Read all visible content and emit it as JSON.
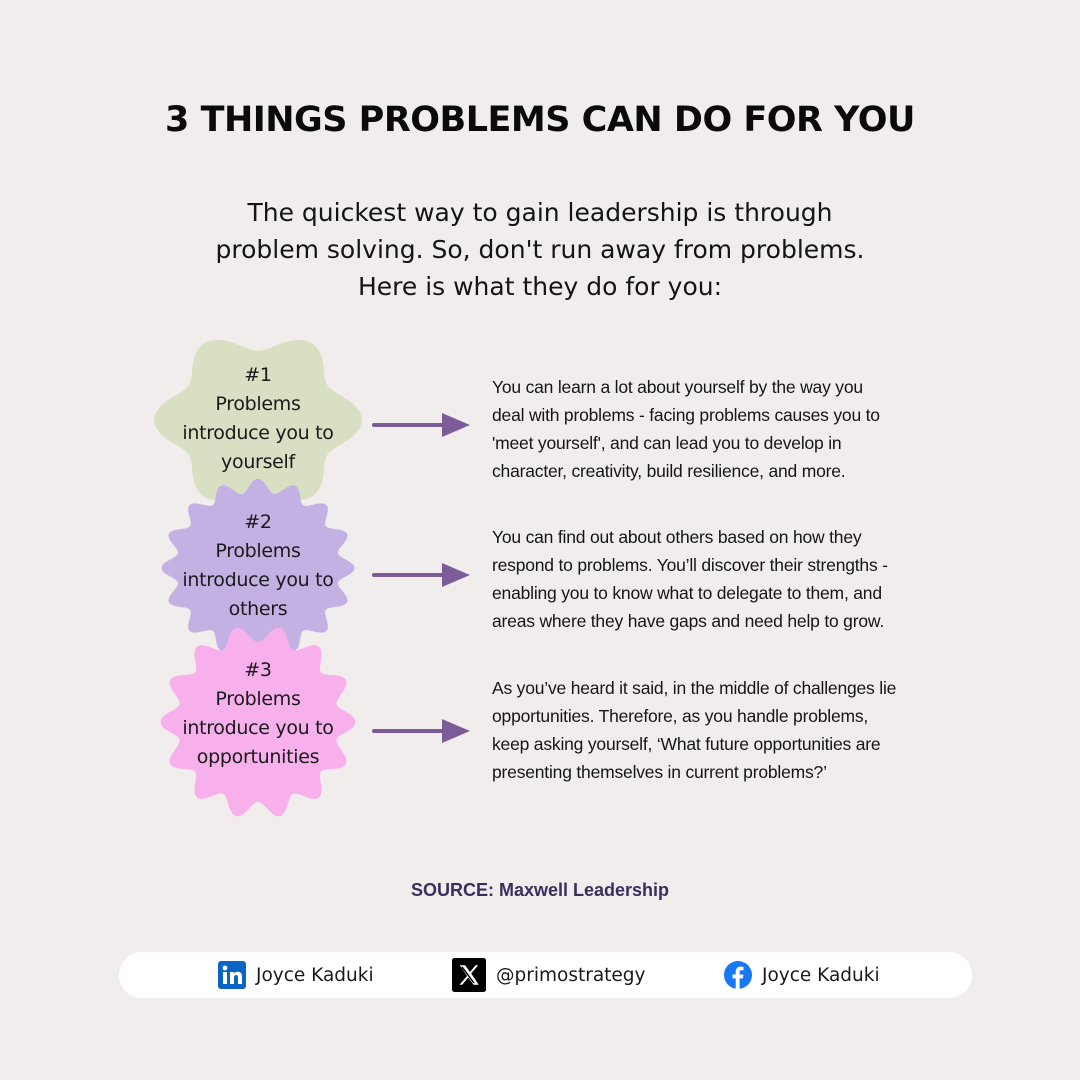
{
  "title": "3 THINGS PROBLEMS CAN DO FOR YOU",
  "intro": {
    "lines": [
      "The quickest way to gain leadership is through",
      "problem solving. So, don't run away from problems.",
      "Here is what they do for you:"
    ]
  },
  "items": [
    {
      "number": "#1",
      "label_lines": [
        "Problems",
        "introduce you to",
        "yourself"
      ],
      "color": "#d9dfc2",
      "description_lines": [
        "You can learn a lot about yourself by the way you",
        "deal with problems - facing problems causes you to",
        "'meet yourself', and can lead you to develop in",
        "character, creativity, build resilience, and more."
      ]
    },
    {
      "number": "#2",
      "label_lines": [
        "Problems",
        "introduce you to",
        "others"
      ],
      "color": "#c4b1e3",
      "description_lines": [
        "You can find out about others based on how they",
        "respond to problems. You’ll discover their strengths -",
        "enabling you to know what to delegate to them, and",
        "areas where they have gaps and need help to grow."
      ]
    },
    {
      "number": "#3",
      "label_lines": [
        "Problems",
        "introduce you to",
        "opportunities"
      ],
      "color": "#f7b0ec",
      "description_lines": [
        "As you’ve heard it said, in the middle of challenges lie",
        "opportunities. Therefore, as you handle problems,",
        "keep asking yourself, ‘What future opportunities are",
        "presenting themselves in current problems?’"
      ]
    }
  ],
  "arrow_color": "#7d5a98",
  "source": "SOURCE: Maxwell Leadership",
  "social": [
    {
      "icon": "linkedin-icon",
      "label": "Joyce Kaduki"
    },
    {
      "icon": "x-icon",
      "label": "@primostrategy"
    },
    {
      "icon": "facebook-icon",
      "label": "Joyce Kaduki"
    }
  ]
}
